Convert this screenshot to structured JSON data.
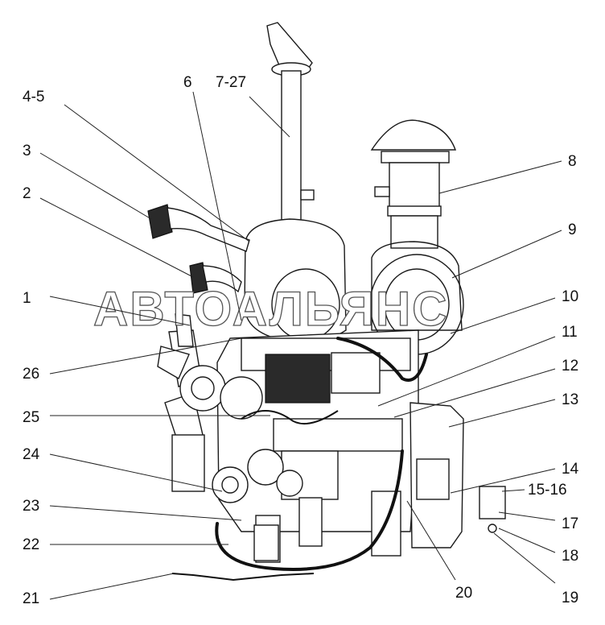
{
  "watermark": "АВТОАЛЬЯНС",
  "callouts": {
    "c1": "1",
    "c2": "2",
    "c3": "3",
    "c4_5": "4-5",
    "c6": "6",
    "c7_27": "7-27",
    "c8": "8",
    "c9": "9",
    "c10": "10",
    "c11": "11",
    "c12": "12",
    "c13": "13",
    "c14": "14",
    "c15_16": "15-16",
    "c17": "17",
    "c18": "18",
    "c19": "19",
    "c20": "20",
    "c21": "21",
    "c22": "22",
    "c23": "23",
    "c24": "24",
    "c25": "25",
    "c26": "26"
  }
}
